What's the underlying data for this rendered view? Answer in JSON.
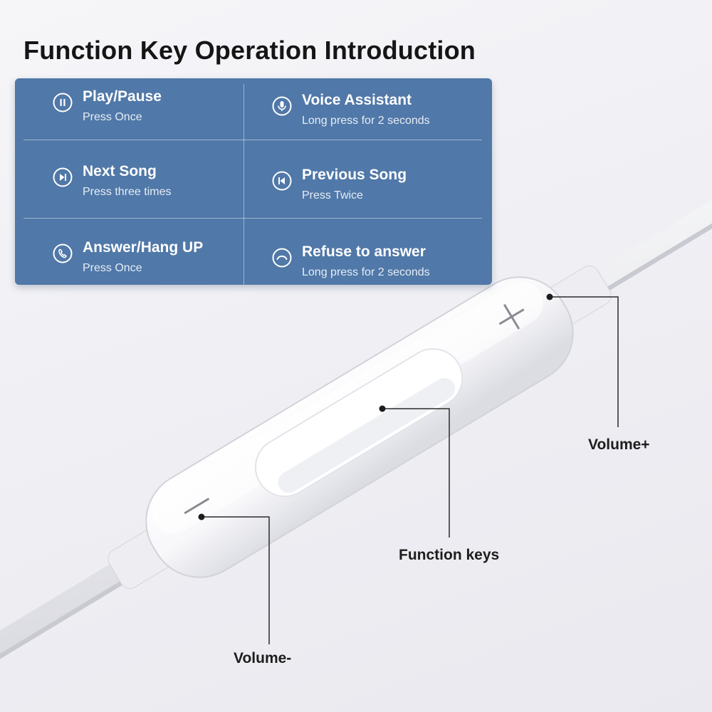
{
  "title": "Function Key Operation Introduction",
  "functions": [
    {
      "title": "Play/Pause",
      "desc": "Press Once",
      "icon": "pause-icon"
    },
    {
      "title": "Voice Assistant",
      "desc": "Long press for 2 seconds",
      "icon": "microphone-icon"
    },
    {
      "title": "Next Song",
      "desc": "Press three times",
      "icon": "next-track-icon"
    },
    {
      "title": "Previous Song",
      "desc": "Press Twice",
      "icon": "previous-track-icon"
    },
    {
      "title": "Answer/Hang UP",
      "desc": "Press Once",
      "icon": "phone-icon"
    },
    {
      "title": "Refuse to answer",
      "desc": "Long press for 2 seconds",
      "icon": "hang-up-icon"
    }
  ],
  "callouts": {
    "volume_plus": "Volume+",
    "function_keys": "Function keys",
    "volume_minus": "Volume-"
  },
  "colors": {
    "panel": "#5078a8",
    "title_text": "#151515"
  }
}
